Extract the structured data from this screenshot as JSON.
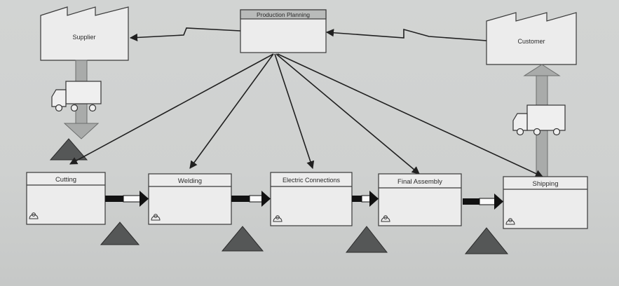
{
  "diagram": {
    "production_planning": "Production Planning",
    "supplier": "Supplier",
    "customer": "Customer",
    "processes": [
      {
        "name": "Cutting"
      },
      {
        "name": "Welding"
      },
      {
        "name": "Electric Connections"
      },
      {
        "name": "Final Assembly"
      },
      {
        "name": "Shipping"
      }
    ]
  }
}
